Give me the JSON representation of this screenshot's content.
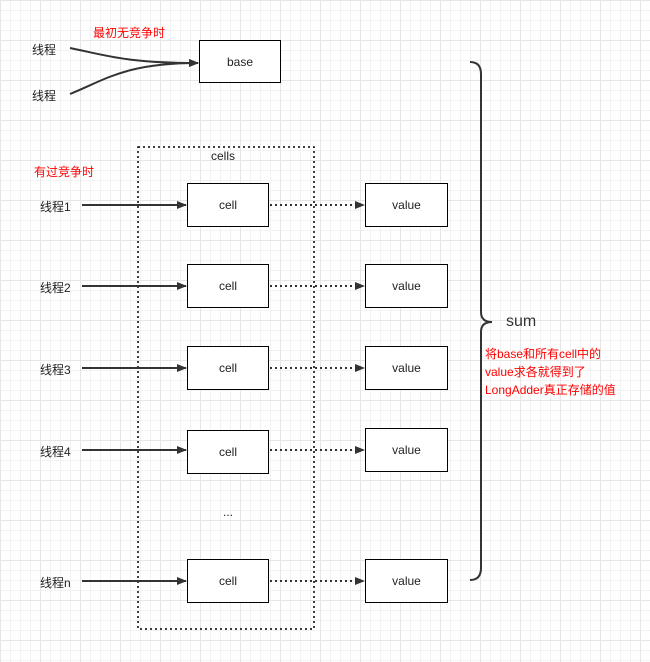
{
  "notes": {
    "no_contention": "最初无竞争时",
    "had_contention": "有过竞争时",
    "explanation_line1": "将base和所有cell中的",
    "explanation_line2": "value求各就得到了",
    "explanation_line3": "LongAdder真正存储的值"
  },
  "top_threads": [
    "线程",
    "线程"
  ],
  "base_label": "base",
  "cells_container_label": "cells",
  "rows": [
    {
      "thread": "线程1",
      "cell": "cell",
      "value": "value"
    },
    {
      "thread": "线程2",
      "cell": "cell",
      "value": "value"
    },
    {
      "thread": "线程3",
      "cell": "cell",
      "value": "value"
    },
    {
      "thread": "线程4",
      "cell": "cell",
      "value": "value"
    },
    {
      "thread": "线程n",
      "cell": "cell",
      "value": "value"
    }
  ],
  "ellipsis": "...",
  "sum_label": "sum"
}
